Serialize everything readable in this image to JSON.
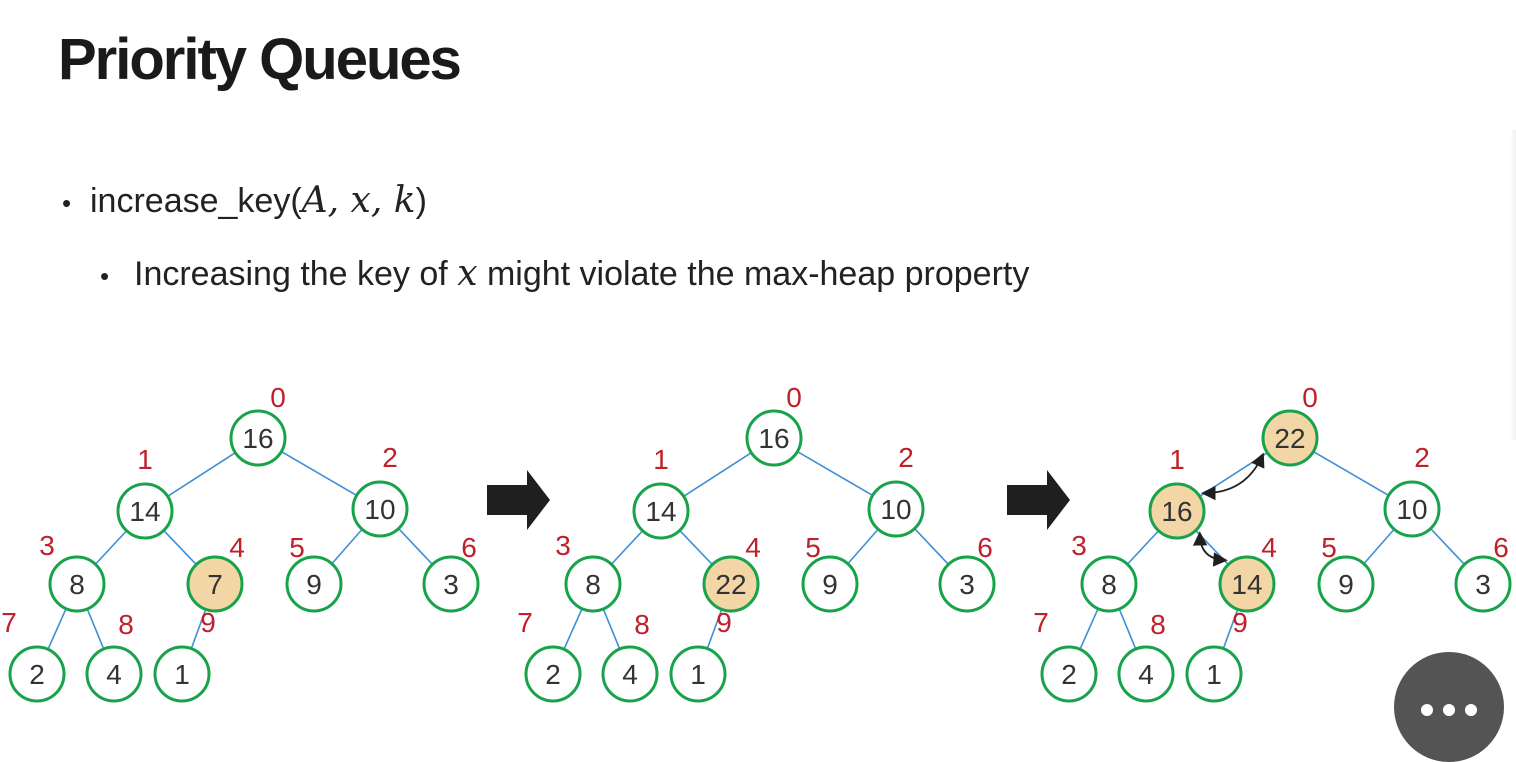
{
  "title": "Priority Queues",
  "bullet1": {
    "func": "increase_key",
    "open": "(",
    "args": "A, x, k",
    "close": ")"
  },
  "bullet2": {
    "pre": "Increasing the key of ",
    "var": "x",
    "post": " might violate the max-heap property"
  },
  "colors": {
    "node_border": "#18a34a",
    "highlight_fill": "#f2d6a6",
    "index_text": "#c0202a",
    "edge": "#3d8fd6",
    "arrow": "#1f1f1f"
  },
  "icons": {
    "transition_arrow": "right-arrow-icon",
    "more": "more-horizontal-icon"
  },
  "heaps": [
    {
      "keys": [
        "16",
        "14",
        "10",
        "8",
        "7",
        "9",
        "3",
        "2",
        "4",
        "1"
      ],
      "highlighted": [
        4
      ],
      "swaps": []
    },
    {
      "keys": [
        "16",
        "14",
        "10",
        "8",
        "22",
        "9",
        "3",
        "2",
        "4",
        "1"
      ],
      "highlighted": [
        4
      ],
      "swaps": []
    },
    {
      "keys": [
        "22",
        "16",
        "10",
        "8",
        "14",
        "9",
        "3",
        "2",
        "4",
        "1"
      ],
      "highlighted": [
        0,
        1,
        4
      ],
      "swaps": [
        [
          0,
          1
        ],
        [
          1,
          4
        ]
      ]
    }
  ],
  "indices": [
    "0",
    "1",
    "2",
    "3",
    "4",
    "5",
    "6",
    "7",
    "8",
    "9"
  ]
}
